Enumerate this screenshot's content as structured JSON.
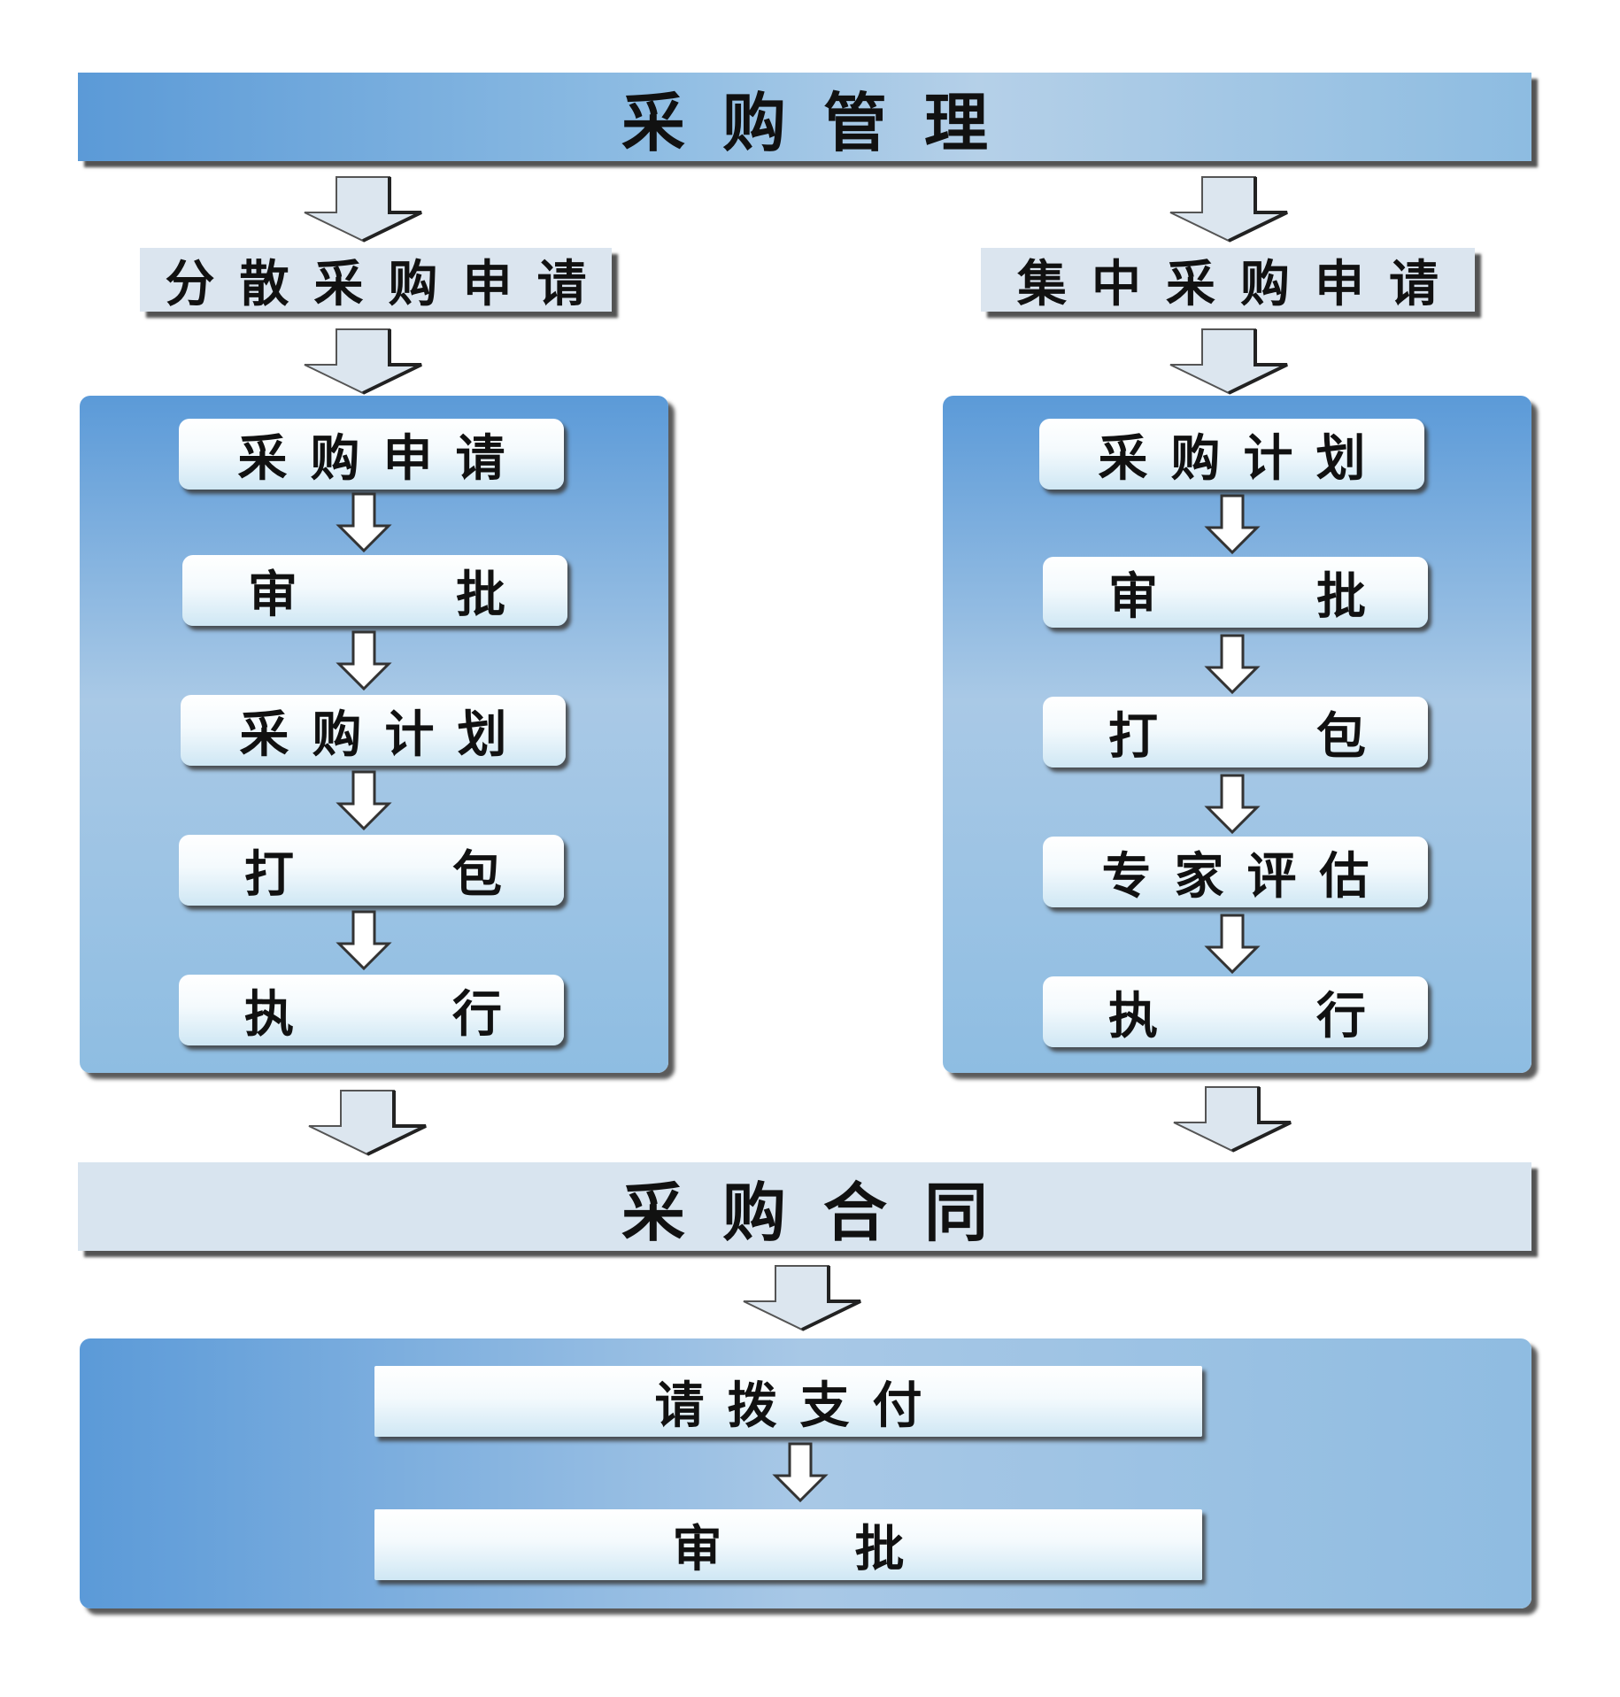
{
  "title": "采购管理",
  "left_branch": {
    "label": "分散采购申请",
    "steps": [
      "采购申请",
      "审批",
      "采购计划",
      "打包",
      "执行"
    ]
  },
  "right_branch": {
    "label": "集中采购申请",
    "steps": [
      "采购计划",
      "审批",
      "打包",
      "专家评估",
      "执行"
    ]
  },
  "contract": "采购合同",
  "payment": {
    "steps": [
      "请拨支付",
      "审批"
    ]
  },
  "colors": {
    "panel_blue": "#5b9ad8",
    "light_blue": "#a9c9e6",
    "label_bar": "#dbe5ef",
    "arrow_fill": "#dce6ef"
  }
}
